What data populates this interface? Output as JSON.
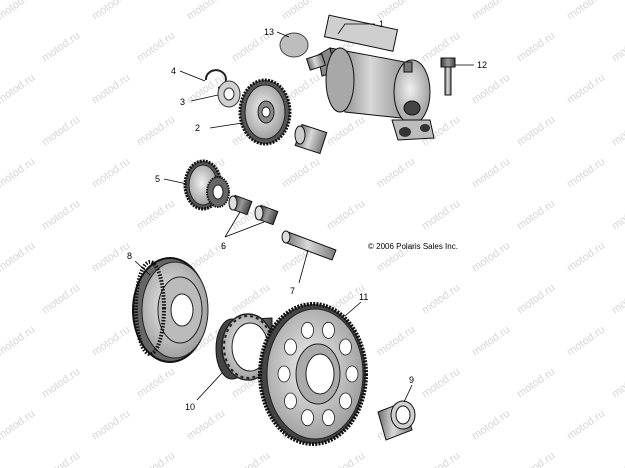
{
  "watermark": "motod.ru",
  "copyright": "© 2006 Polaris Sales Inc.",
  "callouts": [
    {
      "id": "1",
      "label": "1"
    },
    {
      "id": "2",
      "label": "2"
    },
    {
      "id": "3",
      "label": "3"
    },
    {
      "id": "4",
      "label": "4"
    },
    {
      "id": "5",
      "label": "5"
    },
    {
      "id": "6",
      "label": "6"
    },
    {
      "id": "7",
      "label": "7"
    },
    {
      "id": "8",
      "label": "8"
    },
    {
      "id": "9",
      "label": "9"
    },
    {
      "id": "10",
      "label": "10"
    },
    {
      "id": "11",
      "label": "11"
    },
    {
      "id": "12",
      "label": "12"
    },
    {
      "id": "13",
      "label": "13"
    }
  ]
}
